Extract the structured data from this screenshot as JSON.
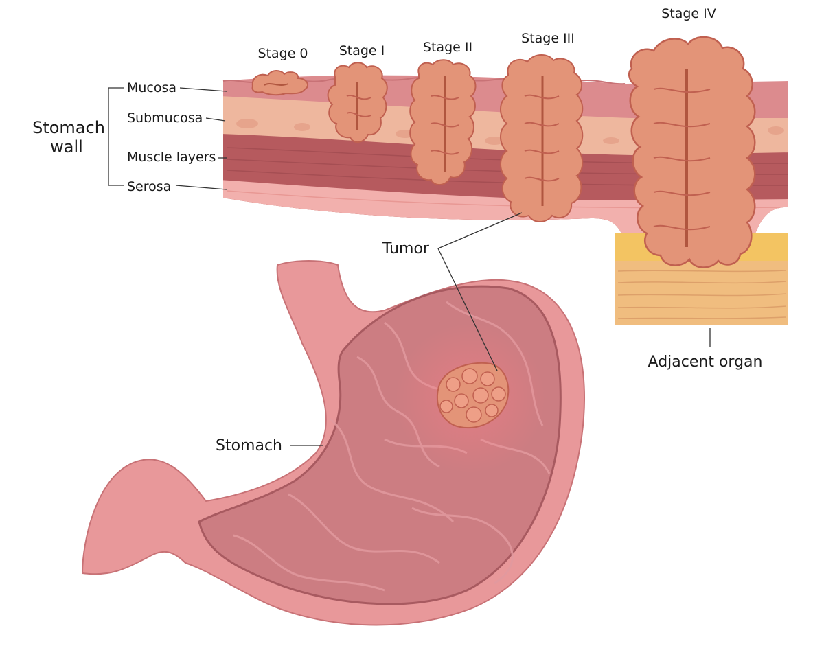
{
  "stages": {
    "stage0": "Stage 0",
    "stage1": "Stage I",
    "stage2": "Stage II",
    "stage3": "Stage III",
    "stage4": "Stage IV"
  },
  "layers": {
    "mucosa": "Mucosa",
    "submucosa": "Submucosa",
    "muscle": "Muscle layers",
    "serosa": "Serosa"
  },
  "bracket_label": {
    "line1": "Stomach",
    "line2": "wall"
  },
  "labels": {
    "tumor": "Tumor",
    "stomach": "Stomach",
    "adjacent_organ": "Adjacent organ"
  },
  "colors": {
    "mucosa": "#dc8b8e",
    "submucosa": "#eeb79e",
    "muscle": "#b65a5e",
    "serosa": "#f2b0ad",
    "tumor_fill": "#e39478",
    "tumor_edge": "#c06050",
    "stomach_outer": "#e8989a",
    "stomach_inner": "#cc7d82",
    "adjacent_organ": "#f0bd7f"
  }
}
